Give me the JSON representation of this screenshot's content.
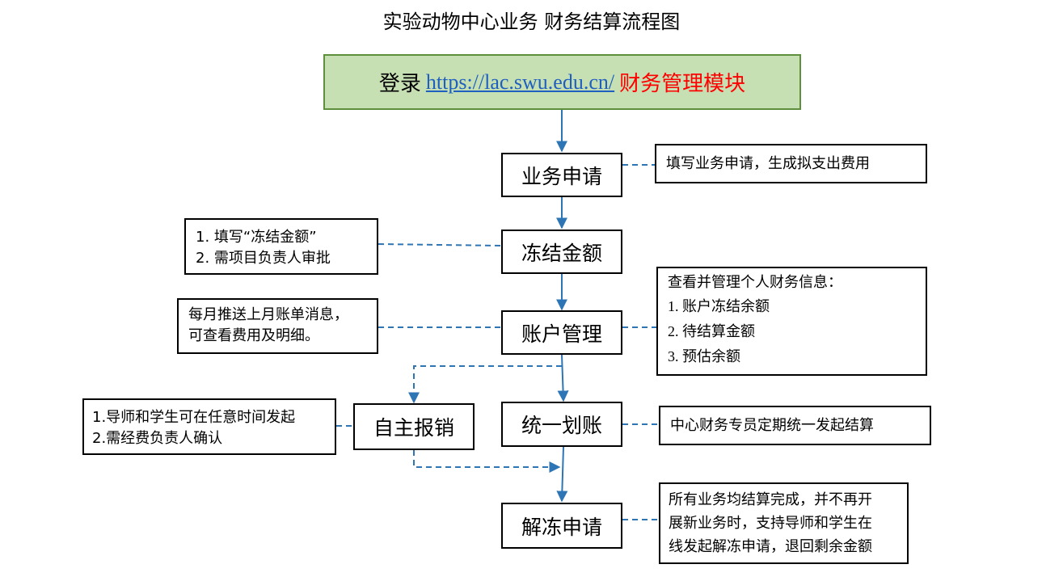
{
  "title": "实验动物中心业务 财务结算流程图",
  "login": {
    "prefix": "登录",
    "url": "https://lac.swu.edu.cn/",
    "suffix": "财务管理模块"
  },
  "steps": {
    "business_apply": "业务申请",
    "freeze_amount": "冻结金额",
    "account_manage": "账户管理",
    "self_reimburse": "自主报销",
    "unified_transfer": "统一划账",
    "unfreeze_apply": "解冻申请"
  },
  "notes": {
    "business_apply": "填写业务申请，生成拟支出费用",
    "freeze": [
      "1. 填写“冻结金额”",
      "2. 需项目负责人审批"
    ],
    "monthly": [
      "每月推送上月账单消息，",
      "可查看费用及明细。"
    ],
    "account_info": {
      "heading": "查看并管理个人财务信息：",
      "items": [
        "1. 账户冻结余额",
        "2. 待结算金额",
        "3. 预估余额"
      ]
    },
    "self_reimburse": [
      "1.导师和学生可在任意时间发起",
      "2.需经费负责人确认"
    ],
    "unified": "中心财务专员定期统一发起结算",
    "unfreeze": [
      "所有业务均结算完成，并不再开",
      "展新业务时，支持导师和学生在",
      "线发起解冻申请，退回剩余金额"
    ]
  },
  "colors": {
    "login_fill": "#c6e0b4",
    "login_border": "#5d8f3c",
    "url": "#1f5fbf",
    "module_red": "#ff0000",
    "connector": "#2e75b6"
  }
}
